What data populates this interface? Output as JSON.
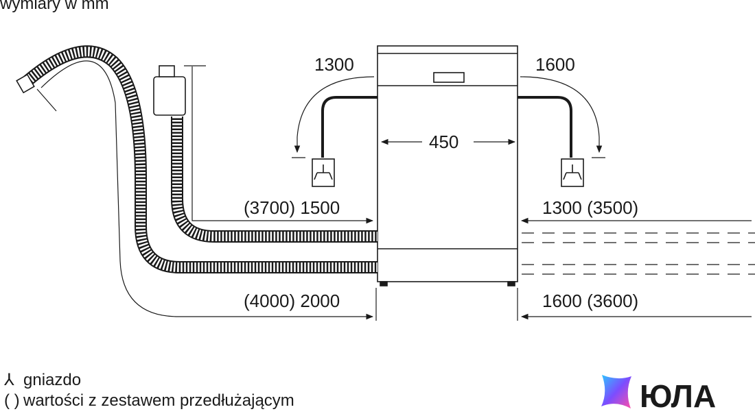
{
  "units_note": "wymiary w mm",
  "dimensions": {
    "hose_left_top": "1300",
    "hose_right_top": "1600",
    "width": "450",
    "inlet_left": "(3700) 1500",
    "inlet_right": "1300 (3500)",
    "drain_left": "(4000) 2000",
    "drain_right": "1600 (3600)"
  },
  "legend": {
    "socket_symbol": "⅄",
    "socket_label": "gniazdo",
    "paren_symbol": "( )",
    "paren_label": "wartości z zestawem przedłużającym"
  },
  "brand": {
    "name": "ЮЛА",
    "gradient": [
      "#2ec5ff",
      "#7b4dff",
      "#ff4fa8"
    ]
  }
}
